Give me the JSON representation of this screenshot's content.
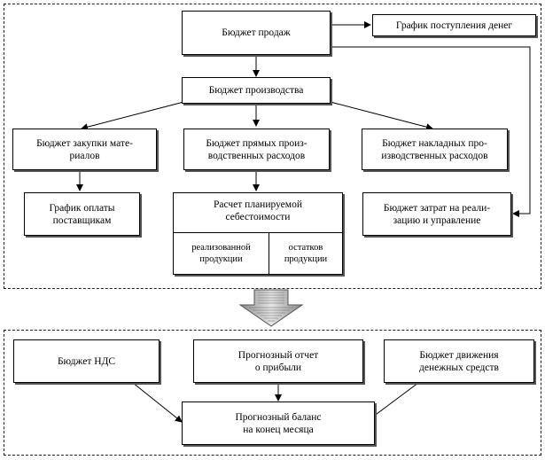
{
  "top": {
    "sales_budget": "Бюджет продаж",
    "cash_receipts_schedule": "График поступления денег",
    "production_budget": "Бюджет производства",
    "materials_budget": "Бюджет закупки мате-\nриалов",
    "direct_costs_budget": "Бюджет прямых произ-\nводственных расходов",
    "overhead_budget": "Бюджет накладных про-\nизводственных расходов",
    "supplier_payments": "График оплаты\nпоставщикам",
    "planned_cost": {
      "title": "Расчет планируемой\nсебестоимости",
      "left": "реализованной\nпродукции",
      "right": "остатков\nпродукции"
    },
    "selling_admin_budget": "Бюджет затрат на реали-\nзацию и управление"
  },
  "bottom": {
    "vat_budget": "Бюджет НДС",
    "profit_forecast": "Прогнозный отчет\nо прибыли",
    "cash_flow_budget": "Бюджет движения\nденежных средств",
    "balance_forecast": "Прогнозный баланс\nна конец месяца"
  }
}
